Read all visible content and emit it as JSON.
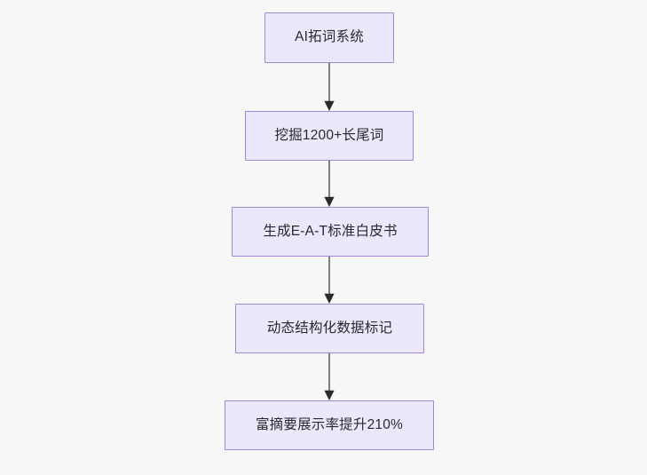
{
  "diagram": {
    "type": "flowchart",
    "direction": "top-down",
    "background_color": "#f7f7f8",
    "node_fill_color": "#ebe8fb",
    "node_border_color": "#a486d6",
    "node_text_color": "#29282c",
    "edge_color": "#7f7f7f",
    "arrowhead_color": "#2b2b2b",
    "nodes": [
      {
        "id": "n1",
        "label": "AI拓词系统"
      },
      {
        "id": "n2",
        "label": "挖掘1200+长尾词"
      },
      {
        "id": "n3",
        "label": "生成E-A-T标准白皮书"
      },
      {
        "id": "n4",
        "label": "动态结构化数据标记"
      },
      {
        "id": "n5",
        "label": "富摘要展示率提升210%"
      }
    ],
    "edges": [
      {
        "from": "n1",
        "to": "n2",
        "label": "",
        "arrow": "arrowhead-icon"
      },
      {
        "from": "n2",
        "to": "n3",
        "label": "",
        "arrow": "arrowhead-icon"
      },
      {
        "from": "n3",
        "to": "n4",
        "label": "",
        "arrow": "arrowhead-icon"
      },
      {
        "from": "n4",
        "to": "n5",
        "label": "",
        "arrow": "arrowhead-icon"
      }
    ]
  }
}
